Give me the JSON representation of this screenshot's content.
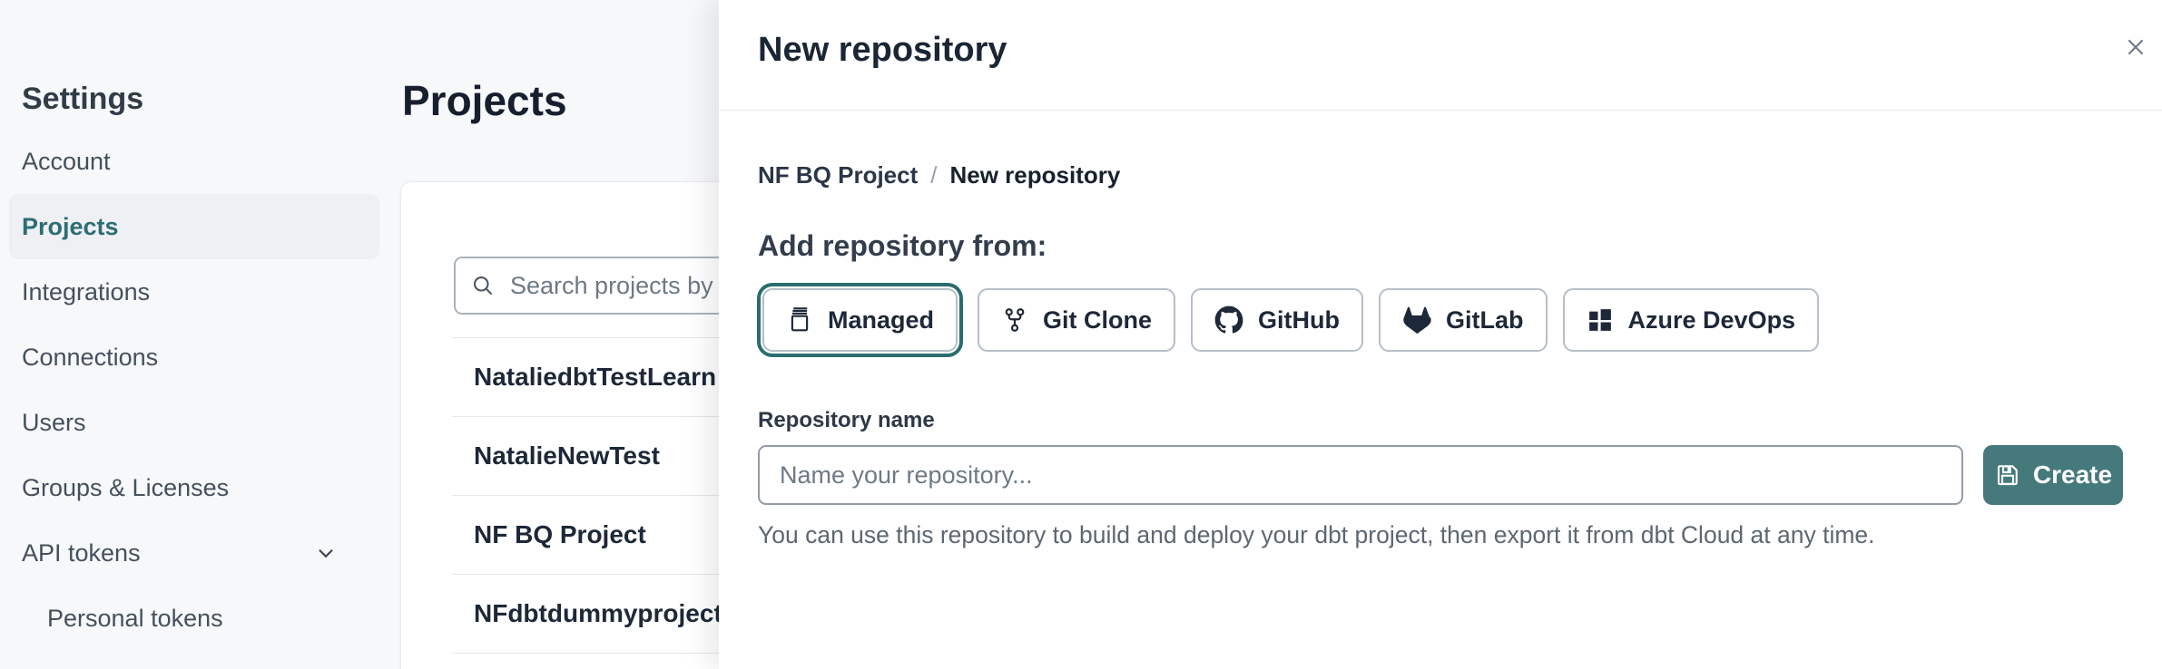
{
  "sidebar": {
    "title": "Settings",
    "items": [
      {
        "label": "Account",
        "selected": false,
        "indented": false,
        "has_chevron": false
      },
      {
        "label": "Projects",
        "selected": true,
        "indented": false,
        "has_chevron": false
      },
      {
        "label": "Integrations",
        "selected": false,
        "indented": false,
        "has_chevron": false
      },
      {
        "label": "Connections",
        "selected": false,
        "indented": false,
        "has_chevron": false
      },
      {
        "label": "Users",
        "selected": false,
        "indented": false,
        "has_chevron": false
      },
      {
        "label": "Groups & Licenses",
        "selected": false,
        "indented": false,
        "has_chevron": false
      },
      {
        "label": "API tokens",
        "selected": false,
        "indented": false,
        "has_chevron": true
      },
      {
        "label": "Personal tokens",
        "selected": false,
        "indented": true,
        "has_chevron": false
      }
    ]
  },
  "main": {
    "title": "Projects",
    "search": {
      "placeholder": "Search projects by name"
    },
    "projects": [
      "NataliedbtTestLearn T",
      "NatalieNewTest",
      "NF BQ Project",
      "NFdbtdummyproject"
    ]
  },
  "modal": {
    "title": "New repository",
    "breadcrumb": {
      "parent": "NF BQ Project",
      "separator": "/",
      "current": "New repository"
    },
    "section_heading": "Add repository from:",
    "source_options": [
      {
        "label": "Managed",
        "icon": "managed-repo-icon",
        "selected": true
      },
      {
        "label": "Git Clone",
        "icon": "git-fork-icon",
        "selected": false
      },
      {
        "label": "GitHub",
        "icon": "github-icon",
        "selected": false
      },
      {
        "label": "GitLab",
        "icon": "gitlab-icon",
        "selected": false
      },
      {
        "label": "Azure DevOps",
        "icon": "azure-devops-icon",
        "selected": false
      }
    ],
    "form": {
      "label": "Repository name",
      "placeholder": "Name your repository...",
      "create_label": "Create",
      "helper": "You can use this repository to build and deploy your dbt project, then export it from dbt Cloud at any time."
    }
  },
  "colors": {
    "accent_teal": "#2b6d6f",
    "selected_text_teal": "#2d6e74",
    "create_button_bg": "#45797b",
    "page_bg": "#f7f8fa",
    "heading_navy": "#161f2e"
  }
}
